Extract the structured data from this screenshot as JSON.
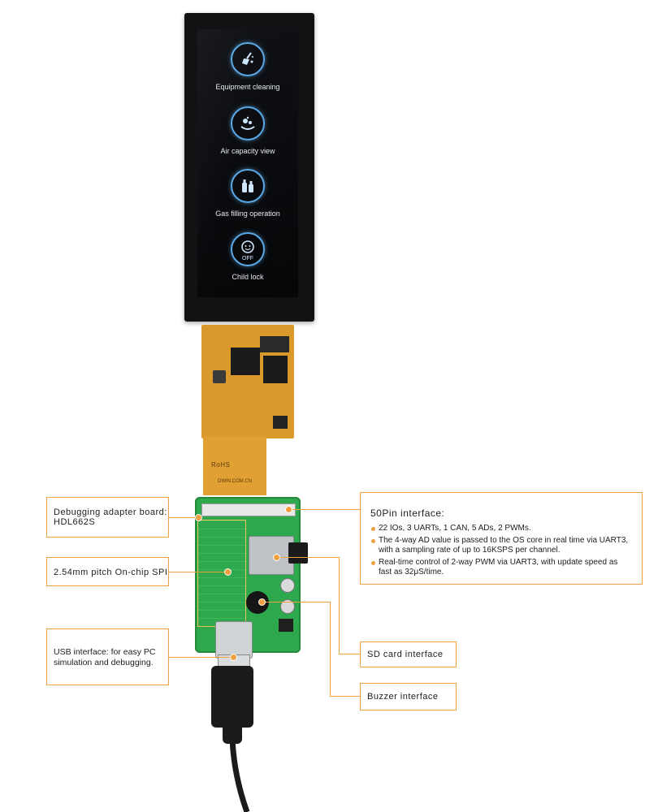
{
  "display": {
    "menu": [
      {
        "label": "Equipment cleaning",
        "icon": "broom-icon"
      },
      {
        "label": "Air capacity view",
        "icon": "air-bubbles-icon"
      },
      {
        "label": "Gas filling operation",
        "icon": "gas-bottles-icon"
      },
      {
        "label": "Child lock",
        "icon": "child-face-icon",
        "status": "OFF"
      }
    ]
  },
  "fpc": {
    "logo": "RoHS",
    "site": "DWIN.COM.CN"
  },
  "callouts": {
    "debug_board": {
      "line1": "Debugging adapter board:",
      "line2": "HDL662S"
    },
    "spi": "2.54mm pitch On-chip SPI",
    "usb": {
      "line1": "USB interface:  for easy PC",
      "line2": "simulation and debugging."
    },
    "sd": "SD card interface",
    "buzzer": "Buzzer interface",
    "pin50": {
      "title": "50Pin interface:",
      "bullets": [
        "22 IOs, 3 UARTs, 1 CAN, 5 ADs, 2 PWMs.",
        "The 4-way AD value is passed to the OS core in real time via UART3, with a sampling rate of up to 16KSPS per channel.",
        "Real-time control of 2-way PWM via UART3, with update speed as fast as 32μS/time."
      ]
    }
  },
  "colors": {
    "accent": "#f0a040",
    "icon_ring": "#5aa9e6",
    "pcb": "#2ea84c",
    "fpc": "#d99a2b"
  }
}
